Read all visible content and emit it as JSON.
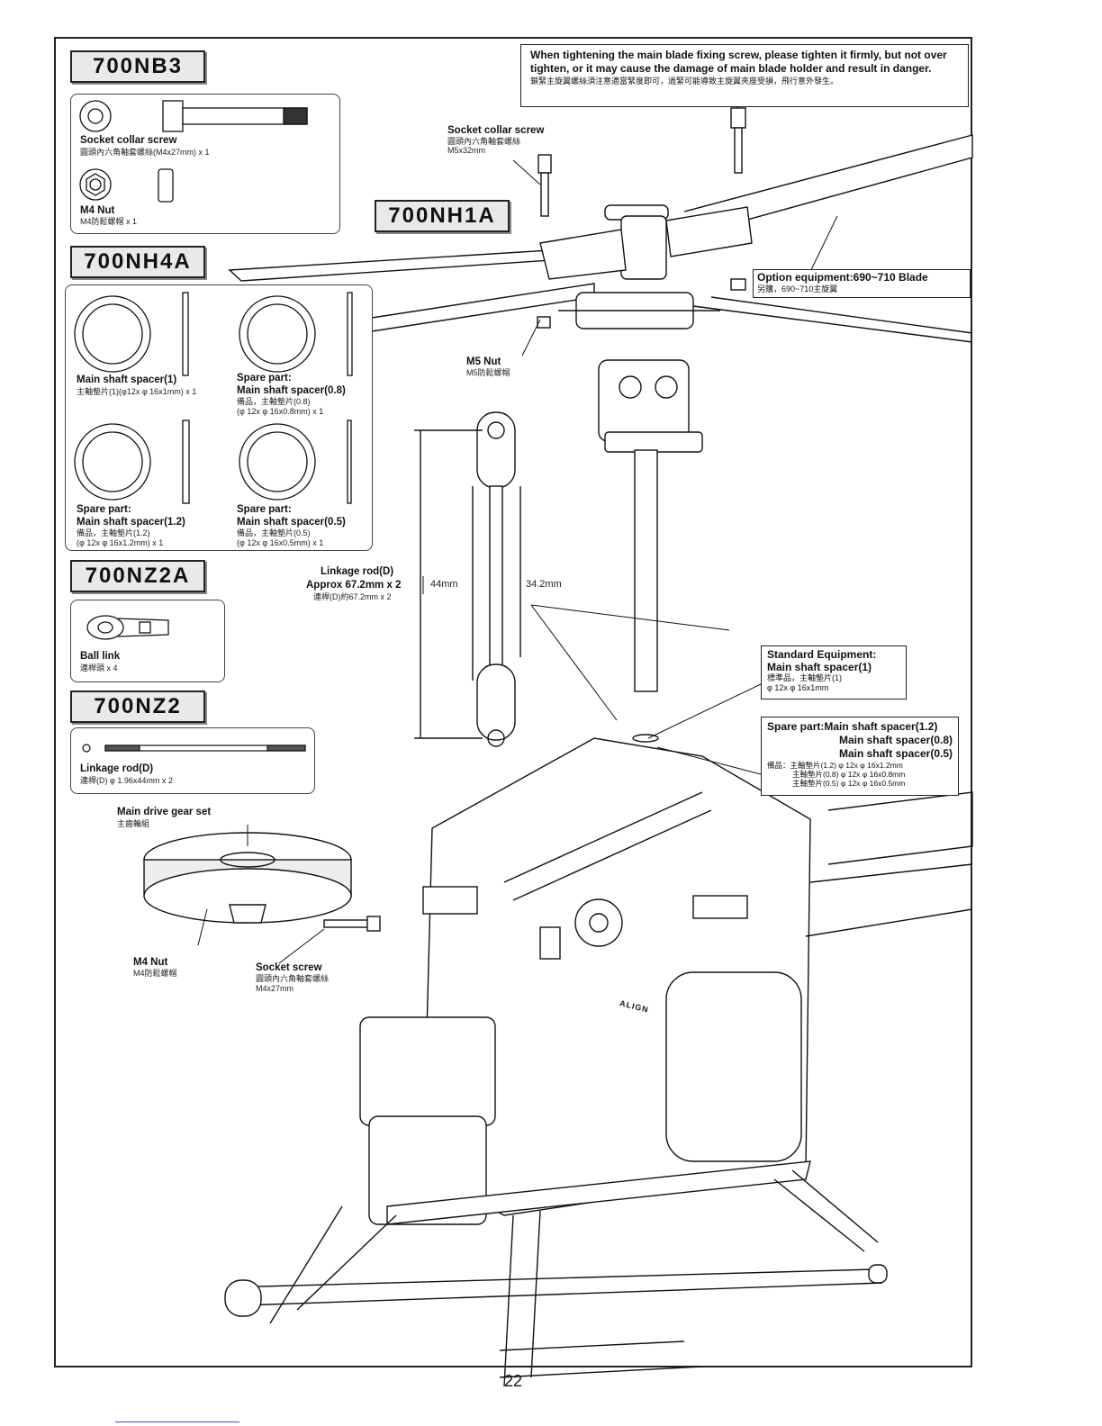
{
  "page_number": "22",
  "warning": {
    "en": "When tightening the main blade fixing screw, please tighten it firmly, but not over tighten, or it may cause the damage of main blade holder and result in danger.",
    "zh": "鎖緊主旋翼螺絲須注意適當緊度即可，過緊可能導致主旋翼夾座受損，飛行意外發生。"
  },
  "kits": {
    "nb3": "700NB3",
    "nh4a": "700NH4A",
    "nz2a": "700NZ2A",
    "nz2": "700NZ2",
    "nh1a": "700NH1A"
  },
  "nb3_parts": {
    "screw_name": "Socket collar screw",
    "screw_sub": "圓頭內六角軸套螺絲(M4x27mm) x 1",
    "nut_name": "M4 Nut",
    "nut_sub": "M4防鬆螺帽 x 1"
  },
  "nh4a_parts": {
    "s1_name": "Main shaft spacer(1)",
    "s1_sub": "主軸墊片(1)(φ12x φ 16x1mm) x 1",
    "s08_head": "Spare part:",
    "s08_name": "Main shaft spacer(0.8)",
    "s08_sub1": "備品，主軸墊片(0.8)",
    "s08_sub2": "(φ 12x φ 16x0.8mm) x 1",
    "s12_head": "Spare part:",
    "s12_name": "Main shaft spacer(1.2)",
    "s12_sub1": "備品，主軸墊片(1.2)",
    "s12_sub2": "(φ 12x φ 16x1.2mm) x 1",
    "s05_head": "Spare part:",
    "s05_name": "Main shaft spacer(0.5)",
    "s05_sub1": "備品，主軸墊片(0.5)",
    "s05_sub2": "(φ 12x φ 16x0.5mm) x 1"
  },
  "nz2a_parts": {
    "name": "Ball link",
    "sub": "連桿頭 x 4"
  },
  "nz2_parts": {
    "name": "Linkage rod(D)",
    "sub": "連桿(D) φ 1.96x44mm x 2"
  },
  "callouts": {
    "collar_screw_name": "Socket collar screw",
    "collar_screw_sub1": "圓頭內六角軸套螺絲",
    "collar_screw_sub2": "M5x32mm",
    "m5nut_name": "M5 Nut",
    "m5nut_sub": "M5防鬆螺帽",
    "option_name": "Option equipment:690~710 Blade",
    "option_sub": "另購，690~710主旋翼",
    "linkage_name": "Linkage rod(D)",
    "linkage_len": "Approx 67.2mm x 2",
    "linkage_sub": "連桿(D)約67.2mm x 2",
    "dim_44": "44mm",
    "dim_342": "34.2mm",
    "std_head": "Standard Equipment:",
    "std_name": "Main shaft spacer(1)",
    "std_sub1": "標準品，主軸墊片(1)",
    "std_sub2": "φ 12x φ 16x1mm",
    "spare_head": "Spare part:Main shaft spacer(1.2)",
    "spare_l2": "Main shaft spacer(0.8)",
    "spare_l3": "Main shaft spacer(0.5)",
    "spare_zh1": "備品：主軸墊片(1.2)  φ 12x φ 16x1.2mm",
    "spare_zh2": "主軸墊片(0.8)  φ 12x φ 16x0.8mm",
    "spare_zh3": "主軸墊片(0.5)  φ 12x φ 16x0.5mm",
    "gear_name": "Main drive gear set",
    "gear_sub": "主齒輪組",
    "m4nut_name": "M4 Nut",
    "m4nut_sub": "M4防鬆螺帽",
    "sock_name": "Socket screw",
    "sock_sub1": "圓頭內六角軸套螺絲",
    "sock_sub2": "M4x27mm"
  },
  "brand_mark": "ALIGN"
}
